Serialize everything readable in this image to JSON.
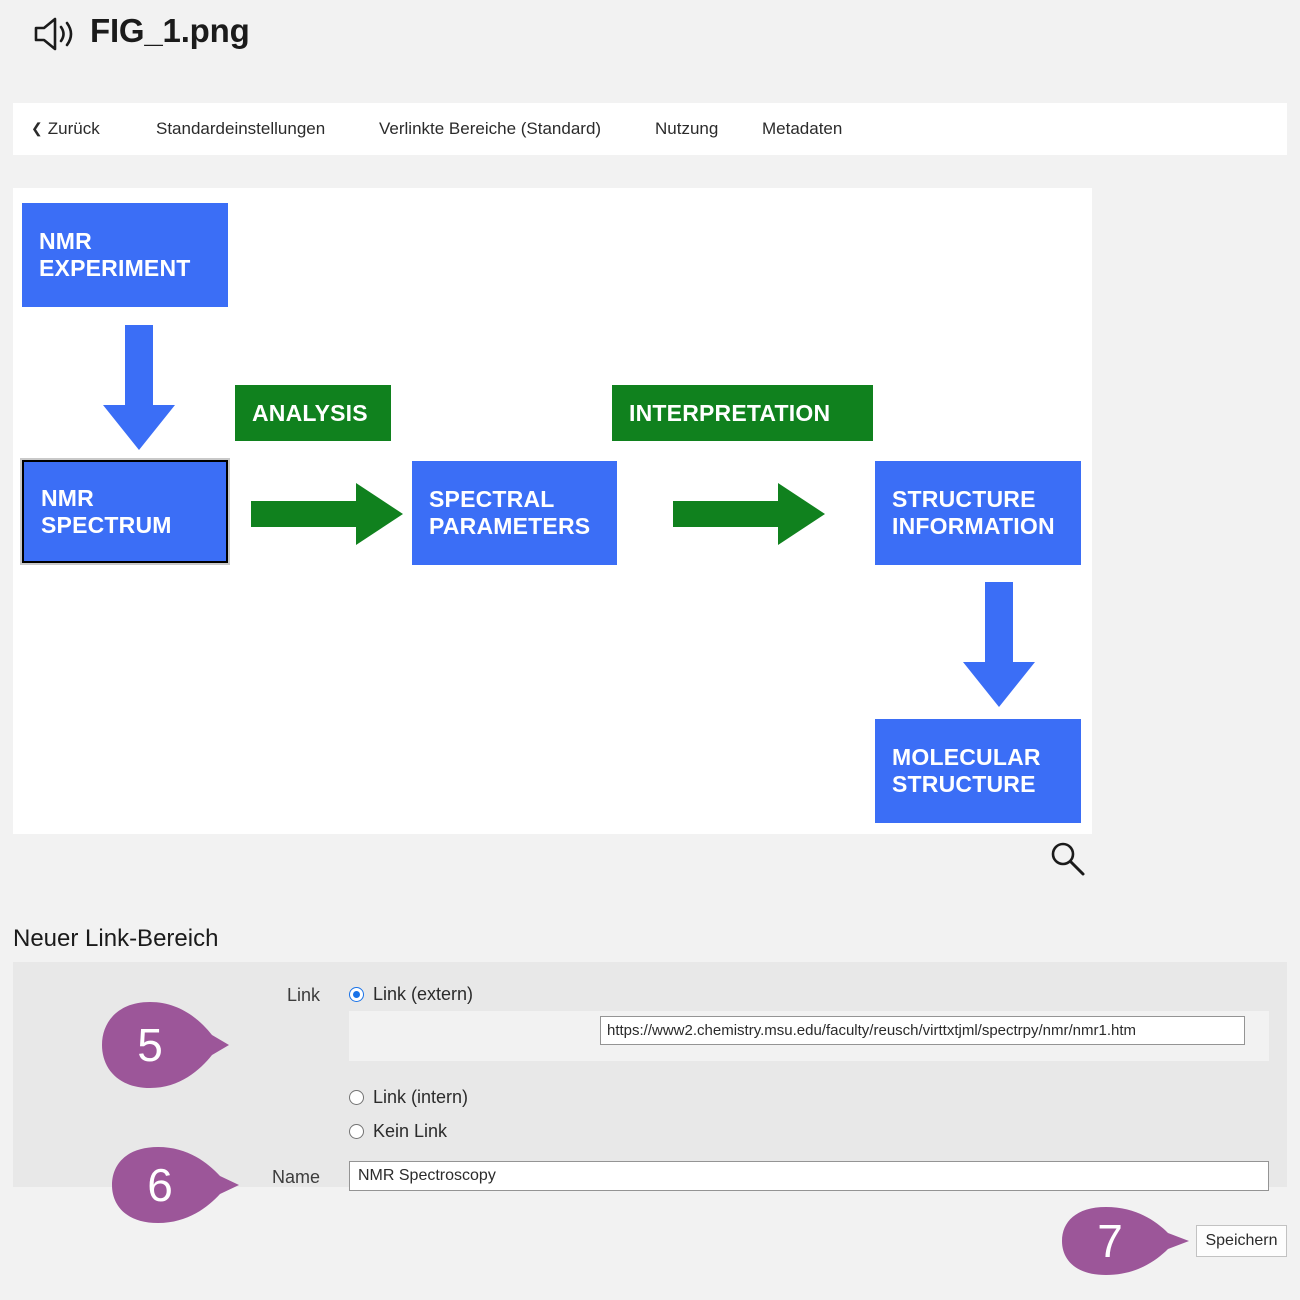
{
  "header": {
    "icon": "speaker-icon",
    "title": "FIG_1.png"
  },
  "nav": {
    "back_label": "Zurück",
    "back_chevron": "❮",
    "items": [
      {
        "label": "Standardeinstellungen"
      },
      {
        "label": "Verlinkte Bereiche (Standard)"
      },
      {
        "label": "Nutzung"
      },
      {
        "label": "Metadaten"
      }
    ]
  },
  "viewer": {
    "zoom_icon": "magnifier-icon",
    "colors": {
      "blue": "#3b6ef6",
      "green": "#10811e",
      "white": "#ffffff"
    },
    "diagram": {
      "nodes": [
        {
          "id": "nmr-experiment",
          "label": "NMR\nEXPERIMENT",
          "color": "blue",
          "selected": false
        },
        {
          "id": "nmr-spectrum",
          "label": "NMR\nSPECTRUM",
          "color": "blue",
          "selected": true
        },
        {
          "id": "spectral-parameters",
          "label": "SPECTRAL\nPARAMETERS",
          "color": "blue",
          "selected": false
        },
        {
          "id": "structure-information",
          "label": "STRUCTURE\nINFORMATION",
          "color": "blue",
          "selected": false
        },
        {
          "id": "molecular-structure",
          "label": "MOLECULAR\nSTRUCTURE",
          "color": "blue",
          "selected": false
        }
      ],
      "labels": [
        {
          "id": "analysis",
          "label": "ANALYSIS",
          "color": "green"
        },
        {
          "id": "interpretation",
          "label": "INTERPRETATION",
          "color": "green"
        }
      ],
      "arrows": [
        {
          "id": "arrow-down-1",
          "direction": "down",
          "color": "blue",
          "from": "nmr-experiment",
          "to": "nmr-spectrum"
        },
        {
          "id": "arrow-right-1",
          "direction": "right",
          "color": "green",
          "from": "nmr-spectrum",
          "to": "spectral-parameters"
        },
        {
          "id": "arrow-right-2",
          "direction": "right",
          "color": "green",
          "from": "spectral-parameters",
          "to": "structure-information"
        },
        {
          "id": "arrow-down-2",
          "direction": "down",
          "color": "blue",
          "from": "structure-information",
          "to": "molecular-structure"
        }
      ]
    }
  },
  "form": {
    "section_title": "Neuer Link-Bereich",
    "link_label": "Link",
    "name_label": "Name",
    "radios": [
      {
        "id": "extern",
        "label": "Link (extern)",
        "checked": true
      },
      {
        "id": "intern",
        "label": "Link (intern)",
        "checked": false
      },
      {
        "id": "none",
        "label": "Kein Link",
        "checked": false
      }
    ],
    "url_value": "https://www2.chemistry.msu.edu/faculty/reusch/virttxtjml/spectrpy/nmr/nmr1.htm",
    "url_placeholder": "",
    "name_value": "NMR Spectroscopy",
    "name_placeholder": "",
    "save_label": "Speichern"
  },
  "callouts": {
    "color": "#9c5699",
    "items": [
      {
        "number": "5",
        "target": "link-radio-group"
      },
      {
        "number": "6",
        "target": "name-field"
      },
      {
        "number": "7",
        "target": "save-button"
      }
    ]
  }
}
